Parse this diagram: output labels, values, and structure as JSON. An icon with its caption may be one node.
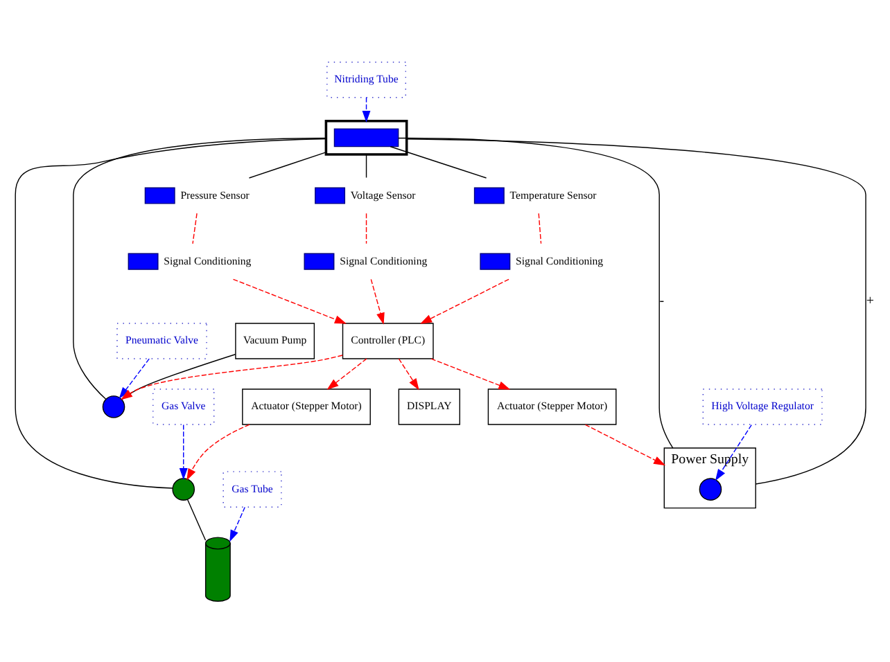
{
  "diagram": {
    "nodes": [
      {
        "text": [
          "Gas Valve"
        ]
      },
      {
        "text": [
          "Nitriding Tube"
        ]
      },
      {
        "text": [
          "Actuator (Stepper Motor)"
        ]
      },
      {
        "text": [],
        "shape": "circle"
      },
      {
        "text": [],
        "shape": "box"
      },
      {
        "text": [],
        "shape": "bar",
        "in": 4
      },
      {
        "text": [],
        "shape": "cylinder"
      },
      {
        "text": [
          "Gas Tube"
        ]
      },
      {
        "text": [],
        "shape": "box",
        "beside": [
          "Voltage Sensor"
        ]
      },
      {
        "text": [],
        "shape": "box",
        "beside": [
          "Signal Conditioning"
        ]
      },
      {
        "text": [],
        "shape": "box",
        "beside": [
          "Temperature Sensor"
        ]
      },
      {
        "text": [],
        "shape": "box",
        "beside": [
          "Signal Conditioning"
        ]
      },
      {
        "text": [
          "Vacuum Pump"
        ]
      },
      {
        "text": [],
        "shape": "circle"
      },
      {
        "text": [],
        "shape": "box",
        "beside": [
          "Pressure Sensor"
        ]
      },
      {
        "text": [],
        "shape": "box",
        "beside": [
          "Signal Conditioning"
        ]
      },
      {
        "text": [
          "Pneumatic Valve"
        ]
      },
      {
        "text": [
          "Controller (PLC)"
        ]
      },
      {
        "text": [
          "Actuator (Stepper Motor)"
        ]
      },
      {
        "text": [
          "Power Supply"
        ]
      },
      {
        "text": [],
        "shape": "circle",
        "in": 19
      },
      {
        "text": [
          "High Voltage Regulator"
        ]
      },
      {
        "text": [
          "DISPLAY"
        ]
      }
    ],
    "edges": [
      {
        "from": 0,
        "to": 3,
        "arrow": "to",
        "style": "dashed",
        "color": "#0000ff"
      },
      {
        "from": 1,
        "to": 4,
        "arrow": "to",
        "style": "dashed",
        "color": "#0000ff"
      },
      {
        "from": 7,
        "to": 6,
        "arrow": "to",
        "style": "dashed",
        "color": "#0000ff"
      },
      {
        "from": 16,
        "to": 13,
        "arrow": "to",
        "style": "dashed",
        "color": "#0000ff"
      },
      {
        "from": 21,
        "to": 20,
        "arrow": "to",
        "style": "dashed",
        "color": "#0000ff"
      },
      {
        "from": 3,
        "to": 4,
        "arrow": "none",
        "color": "#000000"
      },
      {
        "from": 3,
        "to": 6,
        "arrow": "none",
        "color": "#000000"
      },
      {
        "from": 4,
        "to": 8,
        "arrow": "none",
        "color": "#000000"
      },
      {
        "from": 5,
        "to": 10,
        "arrow": "none",
        "color": "#000000"
      },
      {
        "from": 12,
        "to": 13,
        "arrow": "none",
        "color": "#000000"
      },
      {
        "from": 13,
        "to": 4,
        "arrow": "none",
        "color": "#000000"
      },
      {
        "from": 4,
        "to": 14,
        "arrow": "none",
        "color": "#000000"
      },
      {
        "from": 5,
        "to": 19,
        "arrow": "none",
        "label": "-",
        "color": "#000000"
      },
      {
        "from": 4,
        "to": 19,
        "arrow": "none",
        "label": "+",
        "color": "#000000"
      },
      {
        "from": 2,
        "to": 3,
        "arrow": "to",
        "style": "dashed"
      },
      {
        "from": 8,
        "to": 9,
        "arrow": "none",
        "style": "dashed"
      },
      {
        "from": 10,
        "to": 11,
        "arrow": "none",
        "style": "dashed"
      },
      {
        "from": 14,
        "to": 15,
        "arrow": "none",
        "style": "dashed"
      },
      {
        "from": 15,
        "to": 17,
        "arrow": "to",
        "style": "dashed"
      },
      {
        "from": 9,
        "to": 17,
        "arrow": "to",
        "style": "dashed"
      },
      {
        "from": 11,
        "to": 17,
        "arrow": "to",
        "style": "dashed"
      },
      {
        "from": 17,
        "to": 2,
        "arrow": "to",
        "style": "dashed"
      },
      {
        "from": 17,
        "to": 13,
        "arrow": "to",
        "style": "dashed"
      },
      {
        "from": 17,
        "to": 18,
        "arrow": "to",
        "style": "dashed"
      },
      {
        "from": 18,
        "to": 19,
        "arrow": "to",
        "style": "dashed"
      },
      {
        "from": 17,
        "to": 22,
        "arrow": "to",
        "style": "dashed"
      }
    ]
  }
}
